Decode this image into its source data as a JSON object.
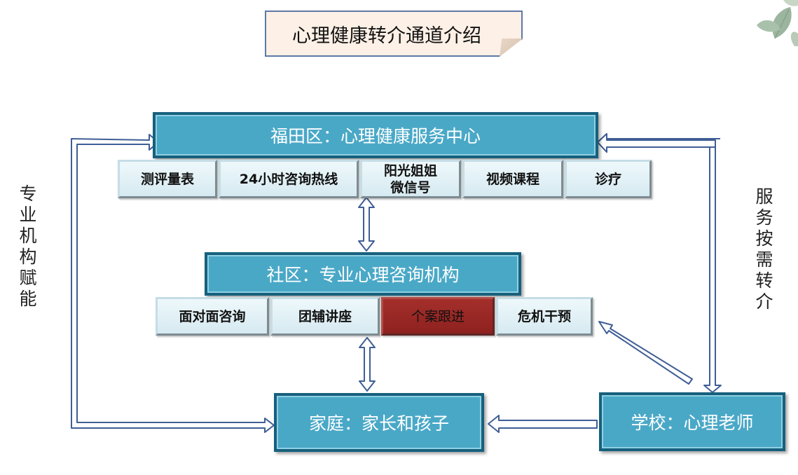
{
  "title": "心理健康转介通道介绍",
  "center": {
    "label": "福田区：心理健康服务中心",
    "services": [
      "测评量表",
      "24小时咨询热线",
      "阳光姐姐\n微信号",
      "视频课程",
      "诊疗"
    ]
  },
  "community": {
    "label": "社区：专业心理咨询机构",
    "services": [
      "面对面咨询",
      "团辅讲座",
      "个案跟进",
      "危机干预"
    ],
    "highlighted_service": "个案跟进"
  },
  "family": {
    "label": "家庭：家长和孩子"
  },
  "school": {
    "label": "学校：心理老师"
  },
  "side_labels": {
    "left": "专业机构赋能",
    "right": "服务按需转介"
  },
  "colors": {
    "box_fill": "#4aa8c7",
    "box_border": "#17607d",
    "tile_fill": "#e2f1f6",
    "highlight_tile": "#982825",
    "arrow_stroke": "#3f5e96",
    "title_fill": "#fdf0e6"
  }
}
